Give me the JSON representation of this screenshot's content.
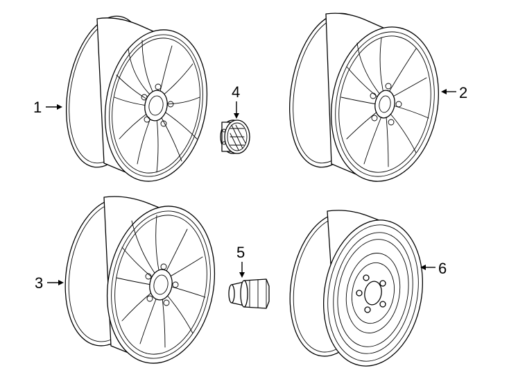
{
  "diagram": {
    "parts": [
      {
        "id": "wheel-1",
        "callout": "1"
      },
      {
        "id": "wheel-2",
        "callout": "2"
      },
      {
        "id": "wheel-3",
        "callout": "3"
      },
      {
        "id": "center-cap",
        "callout": "4"
      },
      {
        "id": "lug-nut",
        "callout": "5"
      },
      {
        "id": "spare-wheel",
        "callout": "6"
      }
    ]
  }
}
